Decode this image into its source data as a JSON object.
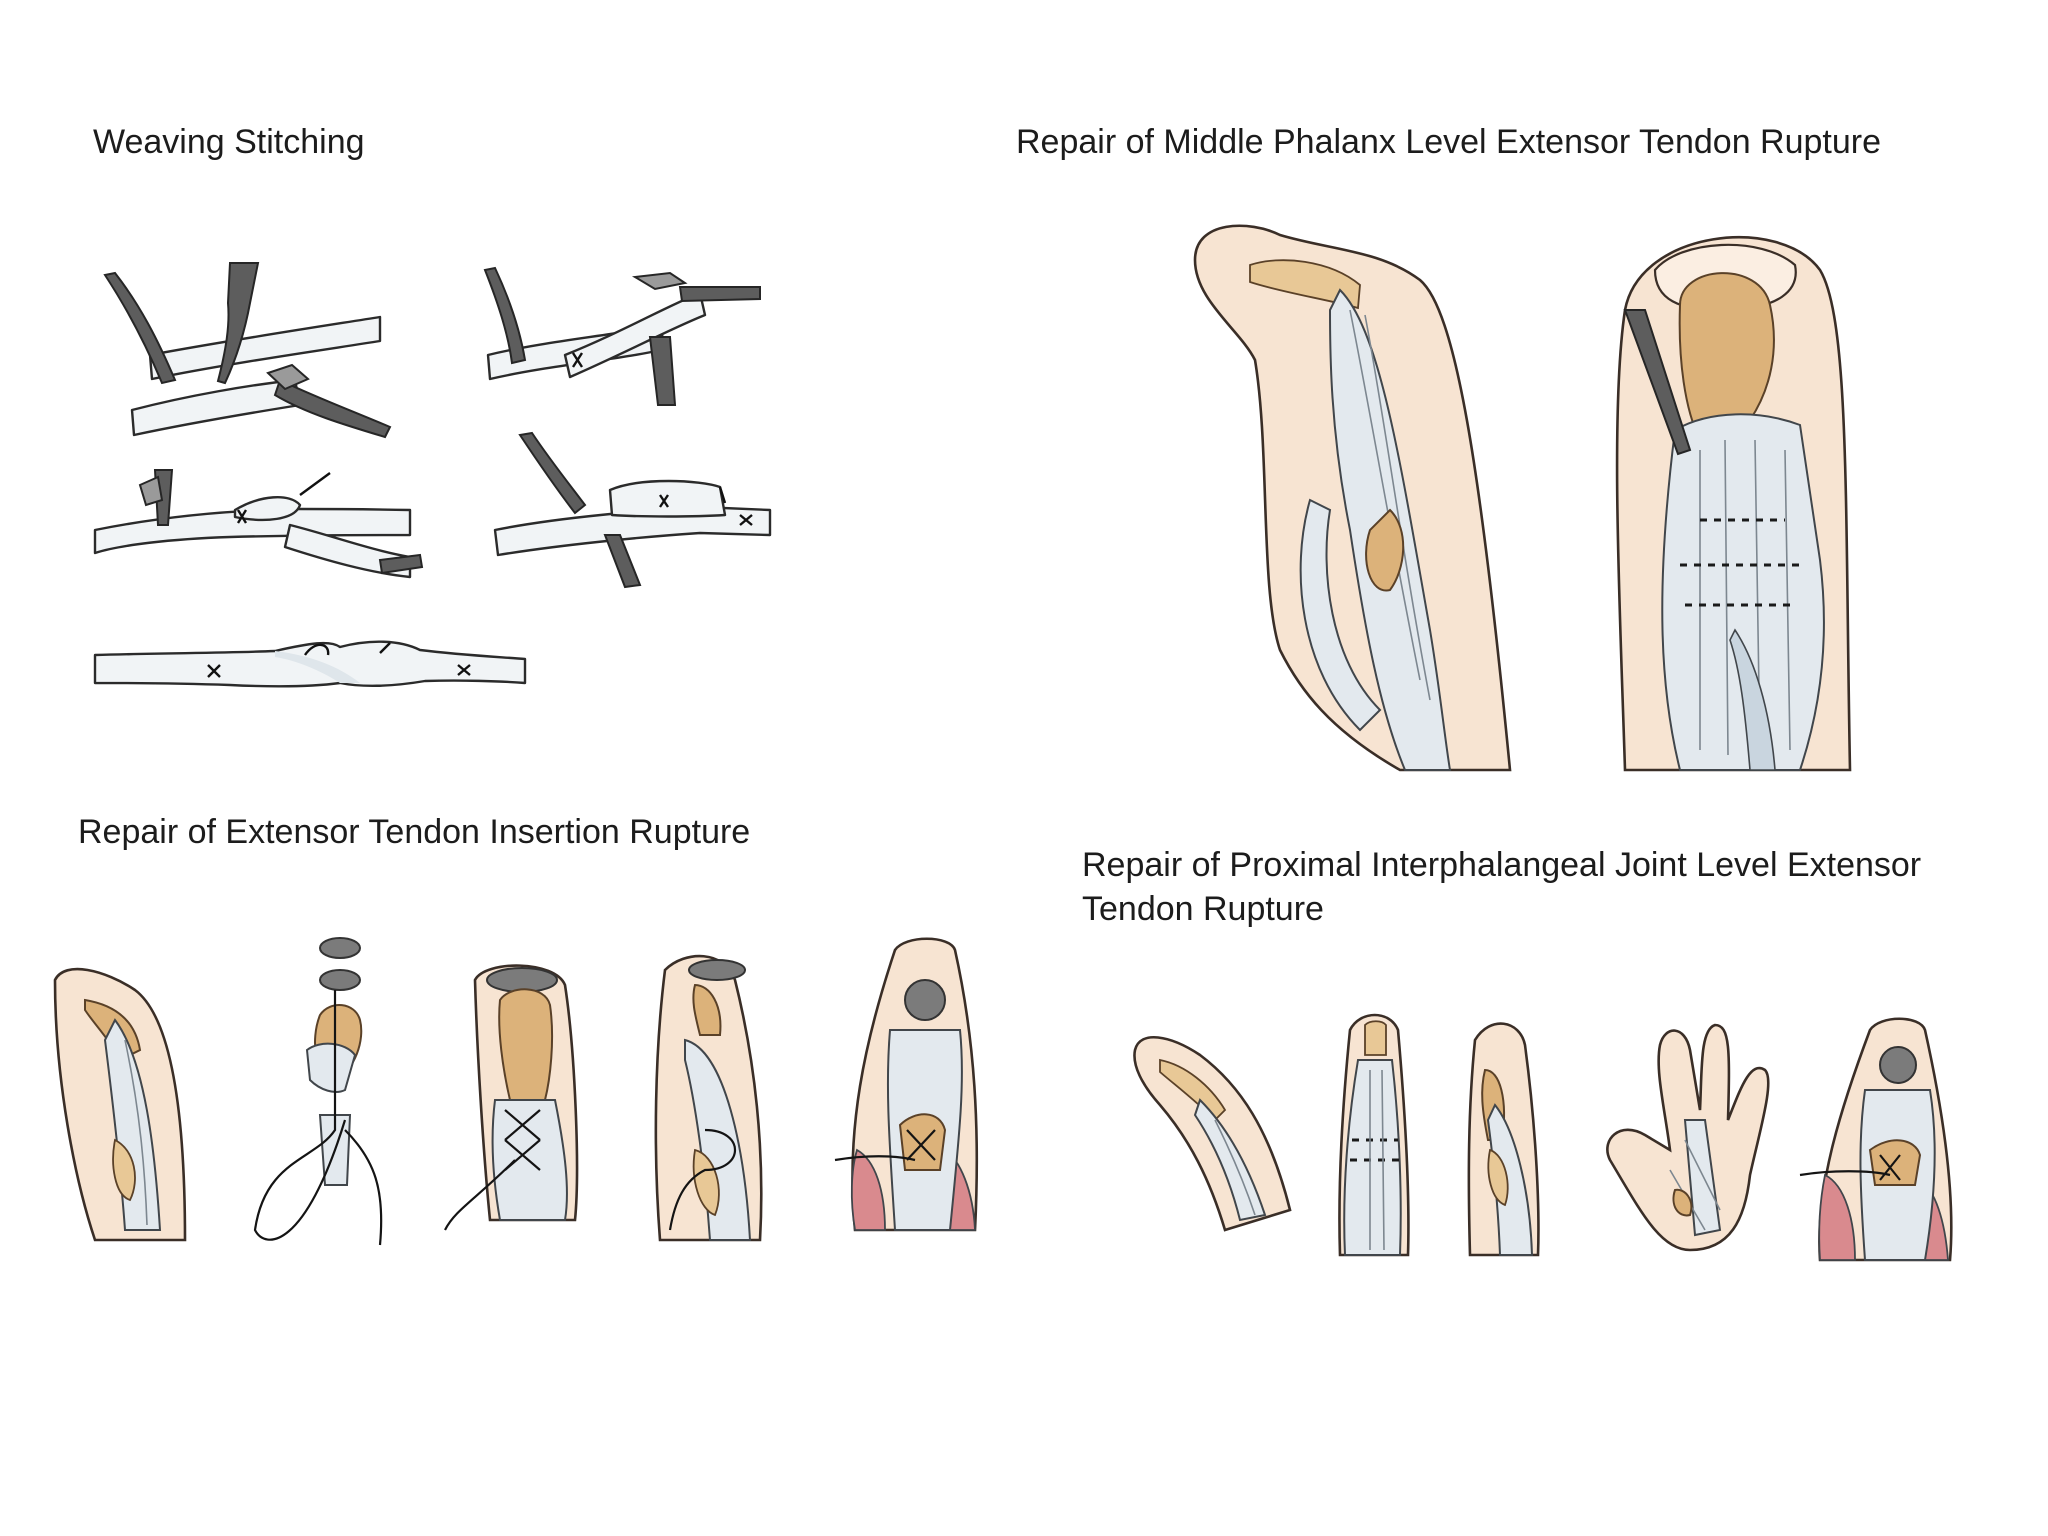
{
  "panels": {
    "weaving": {
      "title": "Weaving Stitching"
    },
    "middle_phalanx": {
      "title": "Repair of Middle Phalanx Level Extensor Tendon Rupture"
    },
    "insertion": {
      "title": "Repair of Extensor Tendon Insertion Rupture"
    },
    "pip": {
      "title_line1": "Repair of Proximal Interphalangeal Joint Level Extensor",
      "title_line2": "Tendon Rupture"
    }
  },
  "colors": {
    "background": "#ffffff",
    "skin": "#f7e4d2",
    "bone": "#dcb27a",
    "tendon": "#e3e9ee",
    "instrument": "#5d5d5d",
    "muscle": "#d98a8e"
  }
}
